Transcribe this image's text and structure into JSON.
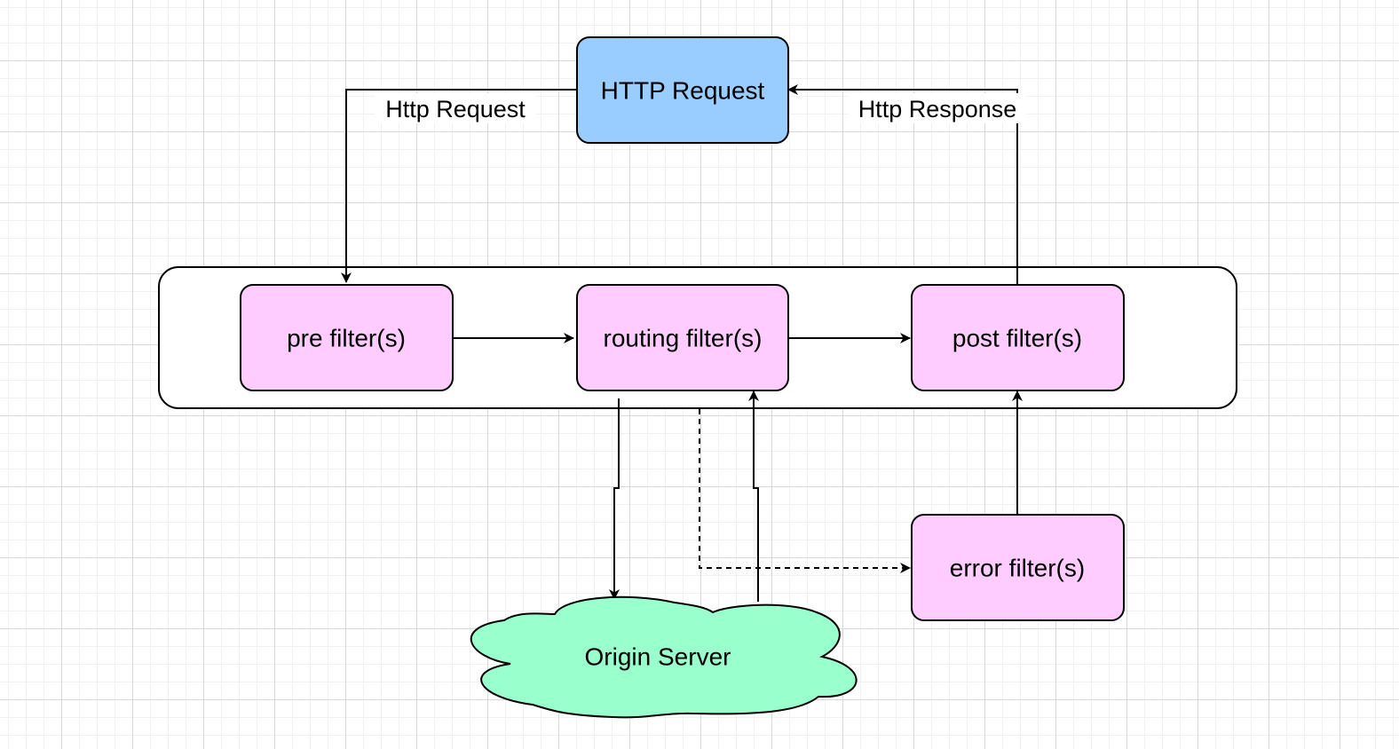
{
  "colors": {
    "request_fill": "#99ccff",
    "filter_fill": "#ffccff",
    "server_fill": "#99ffcc",
    "stroke": "#000000",
    "container_fill": "#ffffff"
  },
  "nodes": {
    "http_request": "HTTP Request",
    "pre_filter": "pre filter(s)",
    "routing_filter": "routing filter(s)",
    "post_filter": "post filter(s)",
    "error_filter": "error filter(s)",
    "origin_server": "Origin Server"
  },
  "edge_labels": {
    "request": "Http Request",
    "response": "Http Response"
  }
}
